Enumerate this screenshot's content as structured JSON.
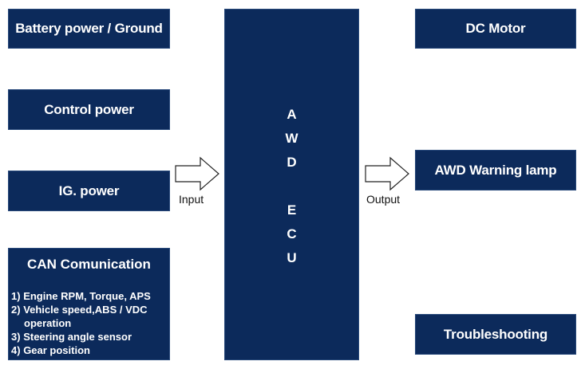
{
  "inputs": {
    "battery": "Battery power / Ground",
    "control": "Control power",
    "ig": "IG. power",
    "can": {
      "title": "CAN Comunication",
      "items": [
        {
          "num": "1)",
          "text": "Engine RPM, Torque, APS"
        },
        {
          "num": "2)",
          "text": "Vehicle speed,ABS / VDC",
          "text2": "operation"
        },
        {
          "num": "3)",
          "text": "Steering angle sensor"
        },
        {
          "num": "4)",
          "text": "Gear position"
        }
      ]
    }
  },
  "input_label": "Input",
  "ecu": {
    "letters": [
      "A",
      "W",
      "D",
      "E",
      "C",
      "U"
    ]
  },
  "output_label": "Output",
  "outputs": {
    "dc_motor": "DC Motor",
    "warning": "AWD Warning lamp",
    "troubleshooting": "Troubleshooting"
  },
  "colors": {
    "box_fill": "#0c2a5b",
    "box_text": "#ffffff"
  }
}
